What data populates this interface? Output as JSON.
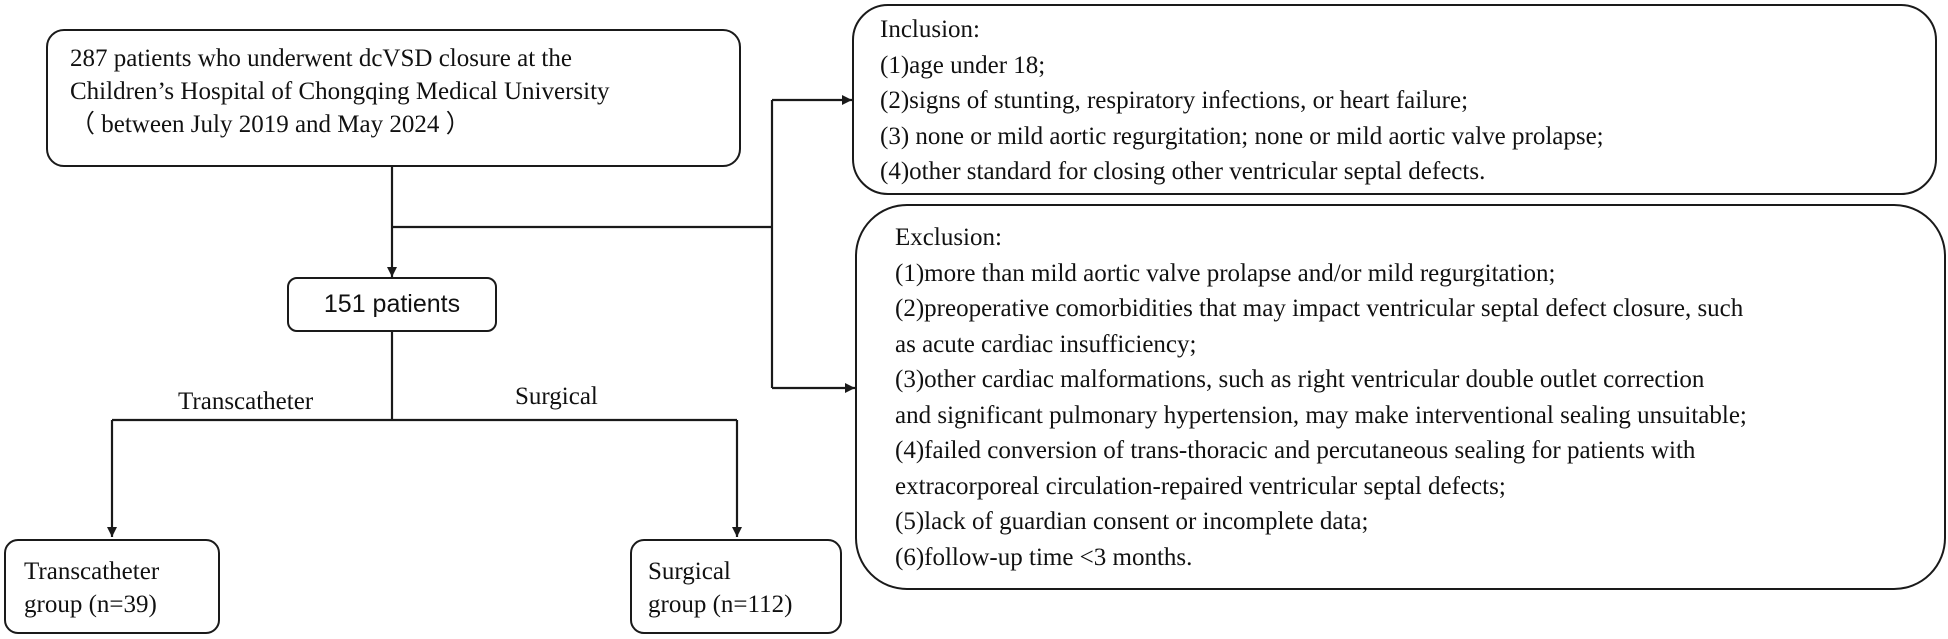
{
  "colors": {
    "line": "#1a1a1a",
    "text": "#111111",
    "background": "#ffffff"
  },
  "source_box": {
    "lines": [
      "287 patients who underwent dcVSD closure at the",
      "Children’s Hospital of Chongqing Medical University",
      "（ between July 2019 and May 2024 ）"
    ]
  },
  "middle_box": {
    "text": "151 patients"
  },
  "inclusion_box": {
    "lines": [
      "Inclusion:",
      "(1)age under 18;",
      "(2)signs of stunting, respiratory infections, or heart failure;",
      "(3) none or mild aortic regurgitation; none or mild aortic valve prolapse;",
      "(4)other standard for closing other ventricular septal defects."
    ]
  },
  "exclusion_box": {
    "lines": [
      "Exclusion:",
      "(1)more than mild aortic valve prolapse and/or mild regurgitation;",
      "(2)preoperative comorbidities that may impact ventricular septal defect closure, such",
      "as acute cardiac insufficiency;",
      "(3)other cardiac malformations, such as right ventricular double outlet correction",
      "and significant pulmonary hypertension, may make interventional sealing unsuitable;",
      "(4)failed conversion of trans-thoracic and percutaneous sealing for patients with",
      "extracorporeal circulation-repaired ventricular septal defects;",
      "(5)lack of guardian consent or incomplete data;",
      "(6)follow-up time <3 months."
    ]
  },
  "branch_labels": {
    "left": "Transcatheter",
    "right": "Surgical"
  },
  "transcatheter_box": {
    "lines": [
      "Transcatheter",
      "group (n=39)"
    ]
  },
  "surgical_box": {
    "lines": [
      "Surgical",
      "group (n=112)"
    ]
  }
}
